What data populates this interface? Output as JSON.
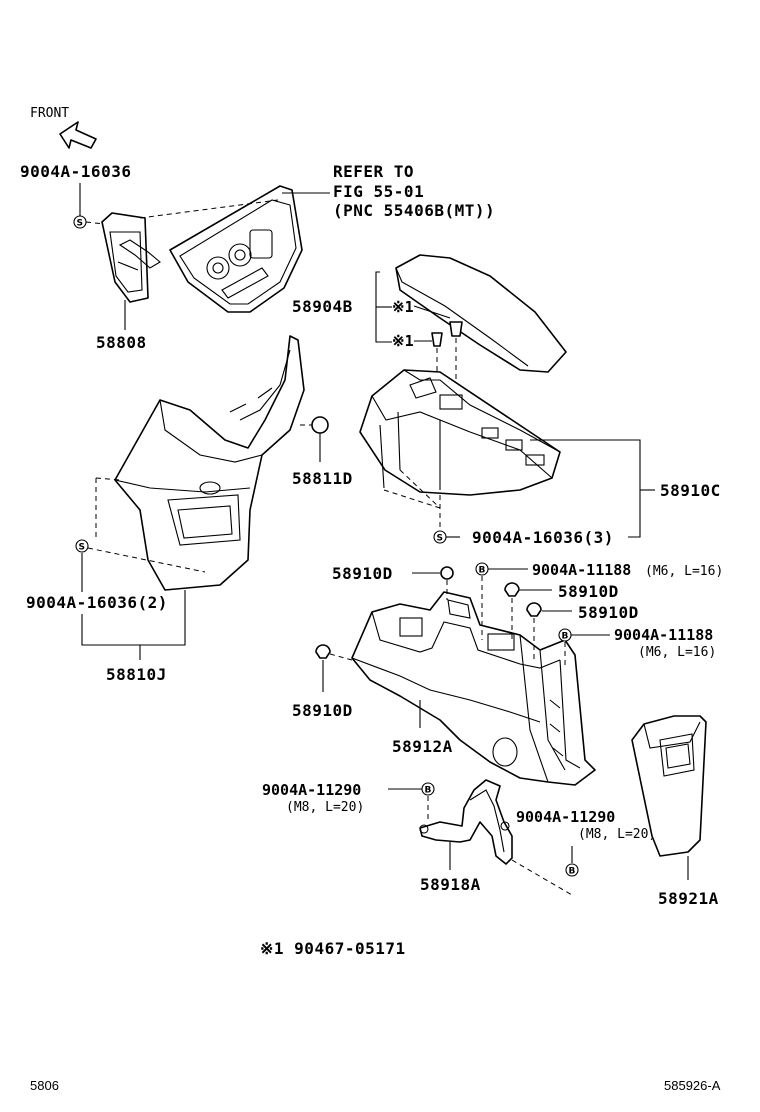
{
  "diagram": {
    "front_label": "FRONT",
    "refer_line1": "REFER TO",
    "refer_line2": "FIG 55-01",
    "refer_line3": "(PNC 55406B(MT))",
    "parts": {
      "p_9004A_16036_top": "9004A-16036",
      "p_58808": "58808",
      "p_58904B": "58904B",
      "p_mark1_a": "※1",
      "p_mark1_b": "※1",
      "p_58811D": "58811D",
      "p_58910C": "58910C",
      "p_9004A_16036_3": "9004A-16036(3)",
      "p_9004A_16036_2": "9004A-16036(2)",
      "p_58810J": "58810J",
      "p_58910D_a": "58910D",
      "p_9004A_11188_a": "9004A-11188",
      "p_9004A_11188_a_spec": "(M6, L=16)",
      "p_58910D_b": "58910D",
      "p_58910D_c": "58910D",
      "p_9004A_11188_b": "9004A-11188",
      "p_9004A_11188_b_spec": "(M6, L=16)",
      "p_58910D_d": "58910D",
      "p_58912A": "58912A",
      "p_9004A_11290_a": "9004A-11290",
      "p_9004A_11290_a_spec": "(M8, L=20)",
      "p_9004A_11290_b": "9004A-11290",
      "p_9004A_11290_b_spec": "(M8, L=20)",
      "p_58918A": "58918A",
      "p_58921A": "58921A"
    },
    "note": "※1 90467-05171",
    "symbols": {
      "s": "S",
      "b": "B"
    },
    "footer_left": "5806",
    "footer_right": "585926-A"
  }
}
